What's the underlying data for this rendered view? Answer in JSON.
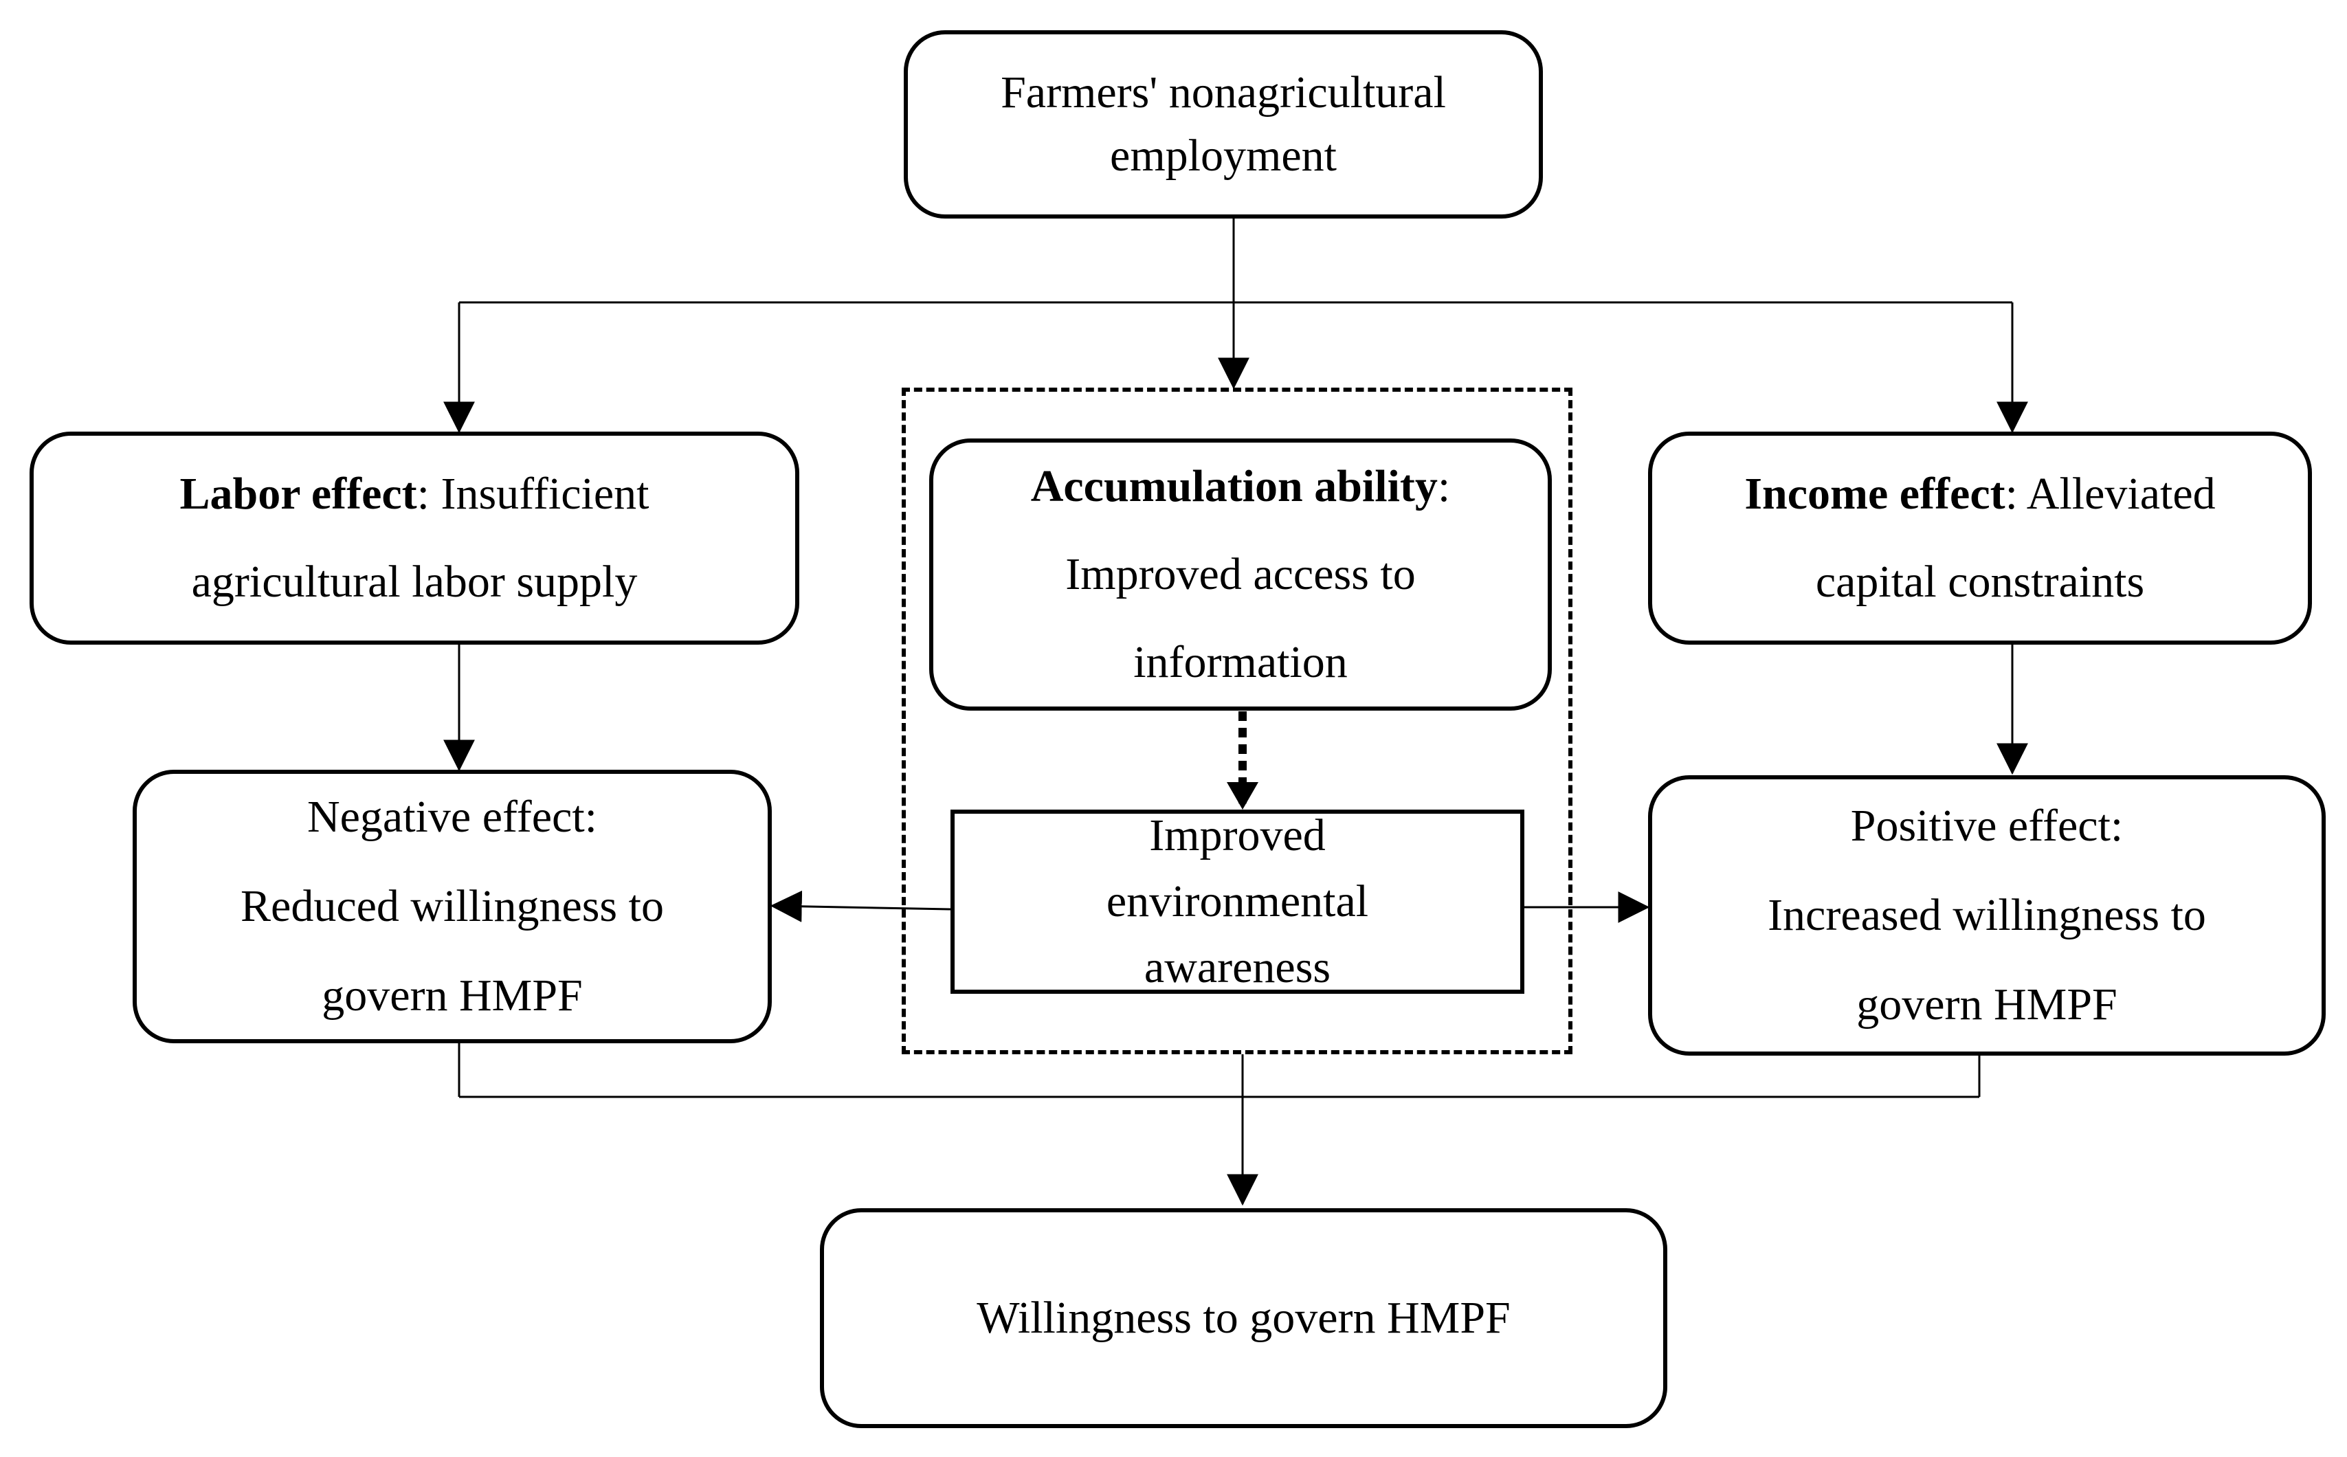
{
  "diagram": {
    "top_box": {
      "text": "Farmers' nonagricultural employment"
    },
    "labor_box": {
      "bold": "Labor effect",
      "rest": ": Insufficient agricultural labor supply"
    },
    "accumulation_box": {
      "bold": "Accumulation ability",
      "rest": ": Improved access to information"
    },
    "income_box": {
      "bold": "Income effect",
      "rest": ": Alleviated capital constraints"
    },
    "awareness_box": {
      "text": "Improved environmental awareness"
    },
    "negative_box": {
      "line1": "Negative effect:",
      "line2": "Reduced willingness to",
      "line3": "govern HMPF"
    },
    "positive_box": {
      "line1": "Positive effect:",
      "line2": "Increased willingness to",
      "line3": "govern HMPF"
    },
    "bottom_box": {
      "text": "Willingness to govern HMPF"
    }
  }
}
